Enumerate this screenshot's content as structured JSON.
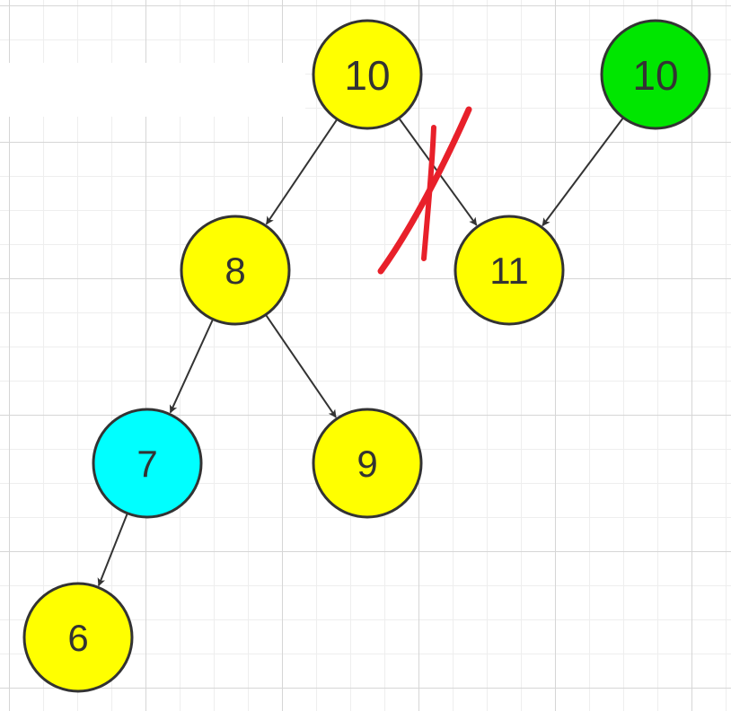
{
  "colors": {
    "node_default": "#ffff00",
    "node_new": "#00e600",
    "node_highlight": "#00ffff",
    "node_stroke": "#333333",
    "edge": "#333333",
    "strike": "#e8202a"
  },
  "nodes": [
    {
      "id": "root",
      "label": "10",
      "fill": "node_default"
    },
    {
      "id": "new-root",
      "label": "10",
      "fill": "node_new"
    },
    {
      "id": "n8",
      "label": "8",
      "fill": "node_default"
    },
    {
      "id": "n11",
      "label": "11",
      "fill": "node_default"
    },
    {
      "id": "n7",
      "label": "7",
      "fill": "node_highlight"
    },
    {
      "id": "n9",
      "label": "9",
      "fill": "node_default"
    },
    {
      "id": "n6",
      "label": "6",
      "fill": "node_default"
    }
  ],
  "edges": [
    {
      "from": "root",
      "to": "n8"
    },
    {
      "from": "root",
      "to": "n11",
      "struck_out": true
    },
    {
      "from": "new-root",
      "to": "n11"
    },
    {
      "from": "n8",
      "to": "n7"
    },
    {
      "from": "n8",
      "to": "n9"
    },
    {
      "from": "n7",
      "to": "n6"
    }
  ]
}
